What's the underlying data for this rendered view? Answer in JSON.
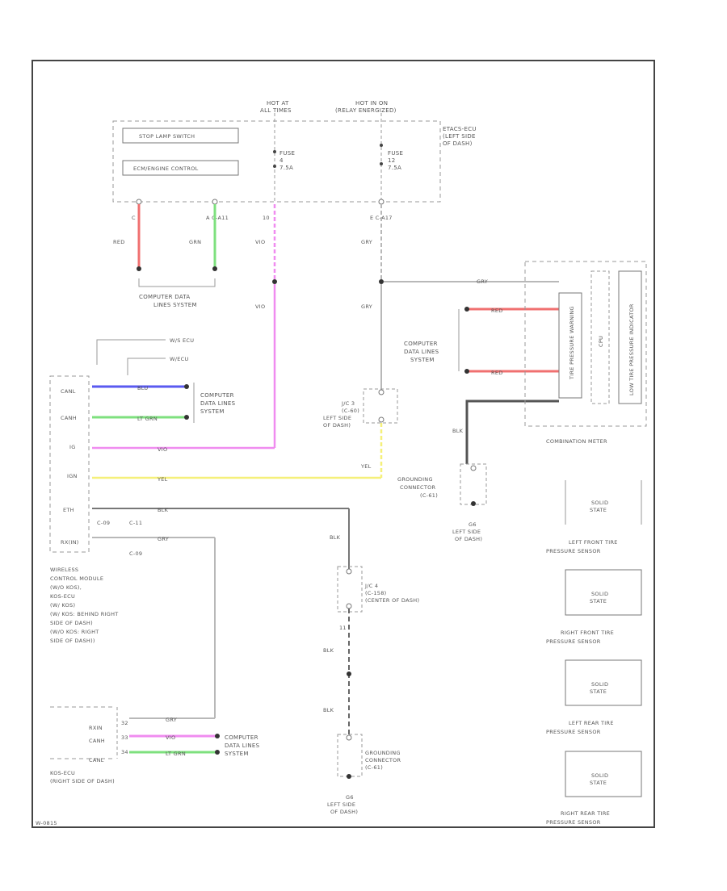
{
  "top": {
    "hot_at_all_times": [
      "HOT AT",
      "ALL TIMES"
    ],
    "hot_in_on": [
      "HOT IN ON",
      "(RELAY ENERGIZED)"
    ],
    "stop_lamp_label": "STOP LAMP SWITCH",
    "ecm_label": "ECM/ENGINE CONTROL",
    "relay_box": [
      "ETACS-ECU",
      "(LEFT SIDE",
      "OF DASH)"
    ],
    "fuse_a": [
      "FUSE",
      "4",
      "7.5A"
    ],
    "fuse_b": [
      "FUSE",
      "12",
      "7.5A"
    ],
    "pin_c": "C",
    "pin_c_a17": "C A17",
    "pin_c_a11": "A C-A11",
    "pin_10": "10",
    "pin_a_a17": "E  C-A17",
    "wire_red": "RED",
    "wire_grn": "GRN",
    "wire_vio": "VIO",
    "wire_gry": "GRY",
    "computer_data_lines_1": [
      "COMPUTER DATA",
      "LINES SYSTEM"
    ]
  },
  "left": {
    "ws_ecu": "W/S ECU",
    "w_ecu": "W/ECU",
    "pin_canl": "CANL",
    "pin_canh": "CANH",
    "pin_ig": "IG",
    "pin_ign": "IGN",
    "pin_gnd": "ETH",
    "pin_rx": "RX(IN)",
    "wire_blu": "BLU",
    "wire_ltgrn": "LT GRN",
    "wire_vio": "VIO",
    "wire_yel": "YEL",
    "wire_blk": "BLK",
    "wire_gry": "GRY",
    "pin_c09": "C-09",
    "pin_c11": "C-11",
    "pin_c09b": "C-09",
    "computer_data_lines_2": [
      "COMPUTER",
      "DATA LINES",
      "SYSTEM"
    ],
    "module": [
      "WIRELESS",
      "CONTROL MODULE",
      "(W/O KOS),",
      "KOS-ECU",
      "(W/ KOS)",
      "(W/ KOS: BEHIND RIGHT",
      "SIDE OF DASH)",
      "(W/O KOS: RIGHT",
      "SIDE OF DASH))"
    ],
    "jc_label": [
      "J/C 3",
      "(C-60)",
      "LEFT SIDE",
      "OF DASH)"
    ],
    "yel_wire": "YEL",
    "gry_wire": "GRY"
  },
  "mid": {
    "computer_data_lines_3": [
      "COMPUTER",
      "DATA LINES",
      "SYSTEM"
    ],
    "wire_red": "RED",
    "wire_wht": "RED",
    "wire_blk": "BLK",
    "wire_gry": "GRY",
    "grounding_connector_1": [
      "GROUNDING",
      "CONNECTOR",
      "(C-61)"
    ],
    "ground_1": [
      "G6",
      "LEFT SIDE",
      "OF DASH)"
    ],
    "jc4": [
      "J/C 4",
      "(C-158)",
      "(CENTER OF DASH)"
    ],
    "wire_blk2": "BLK",
    "wire_blk3": "BLK",
    "wire_blk4": "BLK",
    "pin_11": "11",
    "grounding_connector_2": [
      "GROUNDING",
      "CONNECTOR",
      "(C-61)"
    ],
    "ground_2": [
      "G6",
      "LEFT SIDE",
      "OF DASH)"
    ]
  },
  "meter": {
    "title": "COMBINATION METER",
    "tire_indicator": "TIRE PRESSURE WARNING",
    "cpu": "CPU",
    "gauge": "LOW TIRE PRESSURE INDICATOR"
  },
  "bottom_left": {
    "pin_rxin": "RXIN",
    "pin_canh": "CANH",
    "pin_canl": "CANL",
    "wire_gry": "GRY",
    "wire_vio": "VIO",
    "wire_ltgrn": "LT GRN",
    "computer_data_lines_4": [
      "COMPUTER",
      "DATA LINES",
      "SYSTEM"
    ],
    "ecu_label": [
      "KOS-ECU",
      "(RIGHT SIDE OF DASH)"
    ],
    "pin_32": "32",
    "pin_33": "33",
    "pin_34": "34"
  },
  "sensors": [
    {
      "box": [
        "SOLID",
        "STATE"
      ],
      "label": [
        "LEFT FRONT TIRE",
        "PRESSURE SENSOR"
      ]
    },
    {
      "box": [
        "SOLID",
        "STATE"
      ],
      "label": [
        "RIGHT FRONT TIRE",
        "PRESSURE SENSOR"
      ]
    },
    {
      "box": [
        "SOLID",
        "STATE"
      ],
      "label": [
        "LEFT REAR TIRE",
        "PRESSURE SENSOR"
      ]
    },
    {
      "box": [
        "SOLID",
        "STATE"
      ],
      "label": [
        "RIGHT REAR TIRE",
        "PRESSURE SENSOR"
      ]
    }
  ],
  "footer": {
    "code": "W-0815"
  },
  "colors": {
    "red": "#f07070",
    "green": "#7ee07e",
    "blue": "#5a5af0",
    "violet": "#f08cf0",
    "yellow": "#f5f07a",
    "gray": "#b8b8b8",
    "black": "#444444"
  }
}
